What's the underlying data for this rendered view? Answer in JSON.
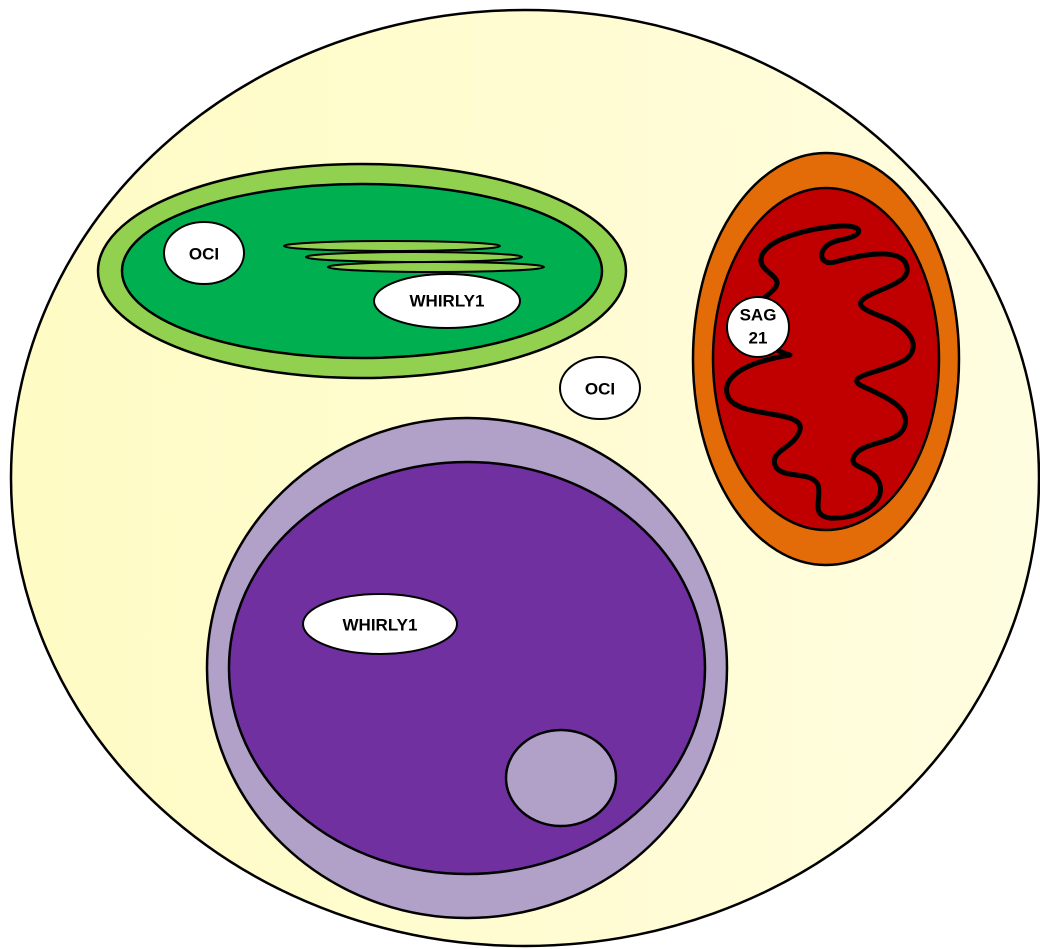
{
  "colors": {
    "cytoplasm": "#fffdd0",
    "cytoplasm_edge": "#fdfbbb",
    "chloroplast_outer": "#92d050",
    "chloroplast_inner": "#00b050",
    "mitochondrion_outer": "#e36c09",
    "mitochondrion_inner": "#c00000",
    "nucleus_envelope": "#b1a0c7",
    "nucleus_inner": "#7030a0",
    "nucleolus": "#b1a0c7",
    "protein_fill": "#ffffff",
    "outline": "#000000"
  },
  "labels": {
    "chloroplast_oci": "OCI",
    "chloroplast_whirly1": "WHIRLY1",
    "cytosol_oci": "OCI",
    "mito_sag21_line1": "SAG",
    "mito_sag21_line2": "21",
    "nucleus_whirly1": "WHIRLY1"
  },
  "icons": {
    "cell": "plant-cell-icon",
    "chloroplast": "chloroplast-icon",
    "mitochondrion": "mitochondrion-icon",
    "nucleus": "nucleus-icon"
  }
}
